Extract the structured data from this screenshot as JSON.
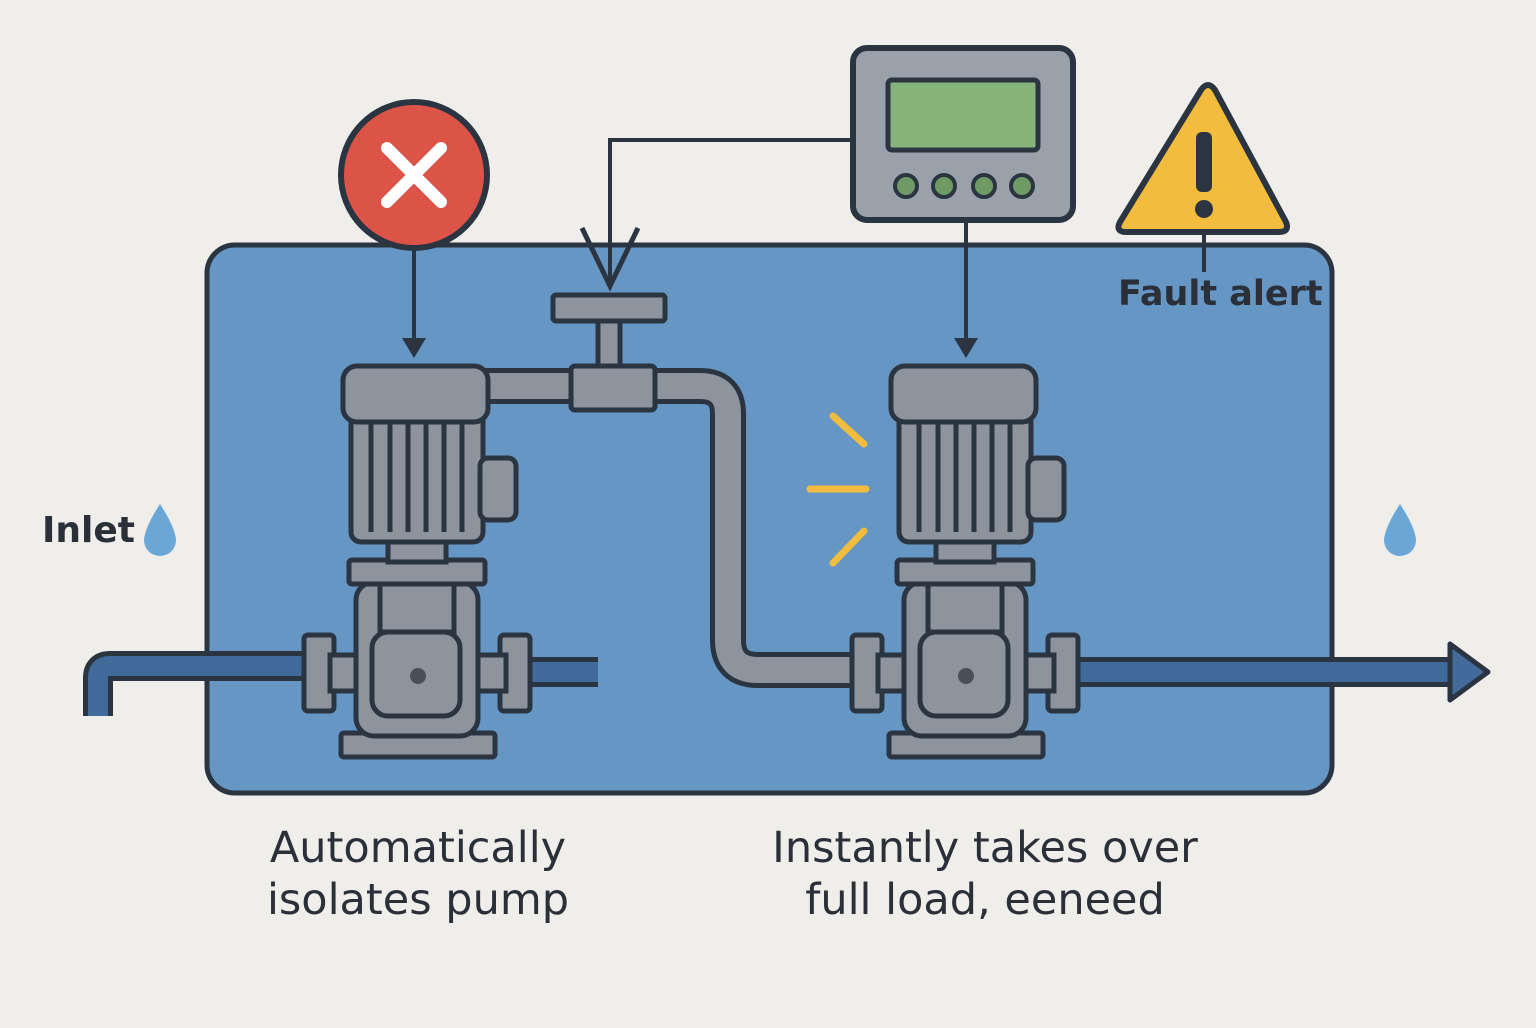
{
  "labels": {
    "inlet": "Inlet",
    "fault_alert": "Fault alert",
    "caption_left_line1": "Automatically",
    "caption_left_line2": "isolates pump",
    "caption_right_line1": "Instantly takes over",
    "caption_right_line2": "full load, eeneed"
  },
  "icons": {
    "fault": "x-circle-icon",
    "warning": "warning-triangle-icon",
    "controller": "control-panel-icon",
    "water": "water-drop-icon",
    "activity": "activity-burst-icon"
  },
  "colors": {
    "background": "#efeeeb",
    "panel": "#6696c4",
    "outline": "#2b3441",
    "pump_body": "#8d949d",
    "pipe": "#6d7885",
    "inlet_pipe": "#3f6a9a",
    "fault_red": "#dc5448",
    "warning_yellow": "#f2bd3e",
    "display_green": "#86b478",
    "water_blue": "#6aa6d6",
    "led_green": "#6f9a64"
  }
}
